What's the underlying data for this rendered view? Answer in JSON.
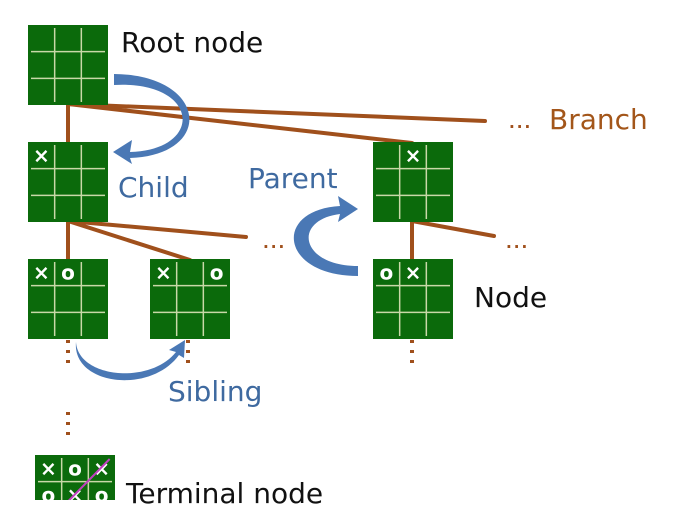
{
  "labels": {
    "root": "Root node",
    "child": "Child",
    "parent": "Parent",
    "branch": "Branch",
    "node": "Node",
    "sibling": "Sibling",
    "terminal": "Terminal node"
  },
  "colors": {
    "board_fill": "#0b6a0b",
    "board_line": "#c9d8a8",
    "edge": "#a0501c",
    "arrow": "#4a78b5",
    "label_blue": "#3f6aa0",
    "label_brown": "#a3561a",
    "win_line": "#c03fc0"
  },
  "boards": [
    {
      "id": "root",
      "cells": [
        "",
        "",
        "",
        "",
        "",
        "",
        "",
        "",
        ""
      ]
    },
    {
      "id": "child",
      "cells": [
        "X",
        "",
        "",
        "",
        "",
        "",
        "",
        "",
        ""
      ]
    },
    {
      "id": "right-child",
      "cells": [
        "",
        "X",
        "",
        "",
        "",
        "",
        "",
        "",
        ""
      ]
    },
    {
      "id": "grandchild-1",
      "cells": [
        "X",
        "O",
        "",
        "",
        "",
        "",
        "",
        "",
        ""
      ]
    },
    {
      "id": "grandchild-2",
      "cells": [
        "X",
        "",
        "O",
        "",
        "",
        "",
        "",
        "",
        ""
      ]
    },
    {
      "id": "right-grandchild",
      "cells": [
        "O",
        "X",
        "",
        "",
        "",
        "",
        "",
        "",
        ""
      ]
    },
    {
      "id": "terminal",
      "cells": [
        "X",
        "O",
        "X",
        "O",
        "X",
        "O",
        "",
        "",
        ""
      ]
    }
  ],
  "ellipsis": "..."
}
